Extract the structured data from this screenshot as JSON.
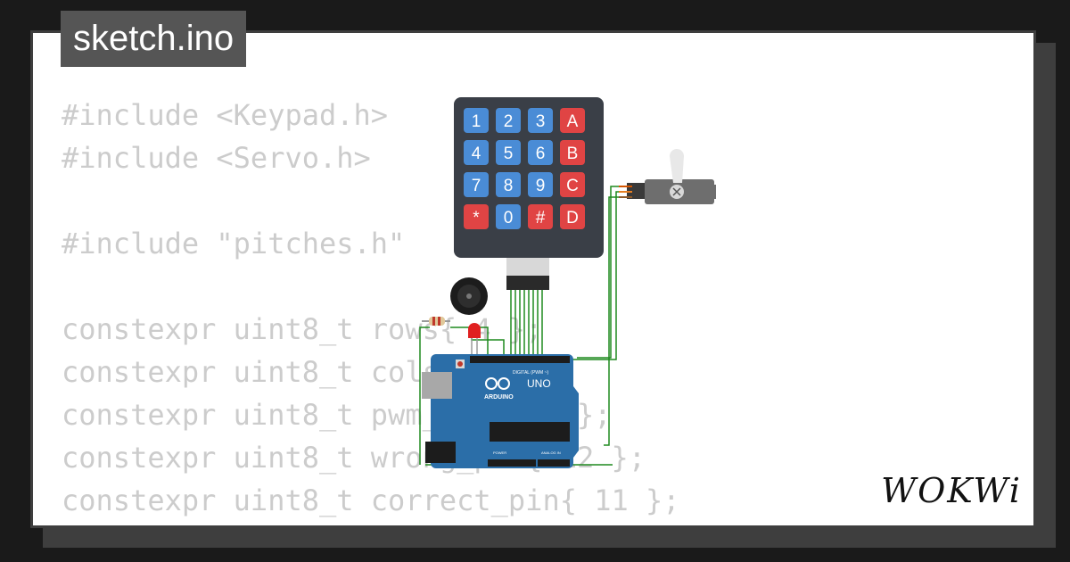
{
  "file": {
    "name": "sketch.ino"
  },
  "code": {
    "lines": [
      "#include <Keypad.h>",
      "#include <Servo.h>",
      "",
      "#include \"pitches.h\"",
      "",
      "constexpr uint8_t rows{ 4 };",
      "constexpr uint8_t cols{ 4 };",
      "constexpr uint8_t pwm_pin{ 10 };",
      "constexpr uint8_t wrong_pin{ 12 };",
      "constexpr uint8_t correct_pin{ 11 };"
    ]
  },
  "keypad": {
    "keys": [
      "1",
      "2",
      "3",
      "A",
      "4",
      "5",
      "6",
      "B",
      "7",
      "8",
      "9",
      "C",
      "*",
      "0",
      "#",
      "D"
    ],
    "blue_color": "#4a8cd6",
    "red_color": "#e04444"
  },
  "arduino": {
    "brand": "ARDUINO",
    "model": "UNO",
    "digital_label": "DIGITAL (PWM ~)",
    "analog_label": "ANALOG IN",
    "power_label": "POWER",
    "board_color": "#2b6ea8"
  },
  "logo": {
    "text": "WOKWi"
  },
  "colors": {
    "wire": "#1f8a1f",
    "background": "#1a1a1a",
    "tab": "#555555"
  }
}
